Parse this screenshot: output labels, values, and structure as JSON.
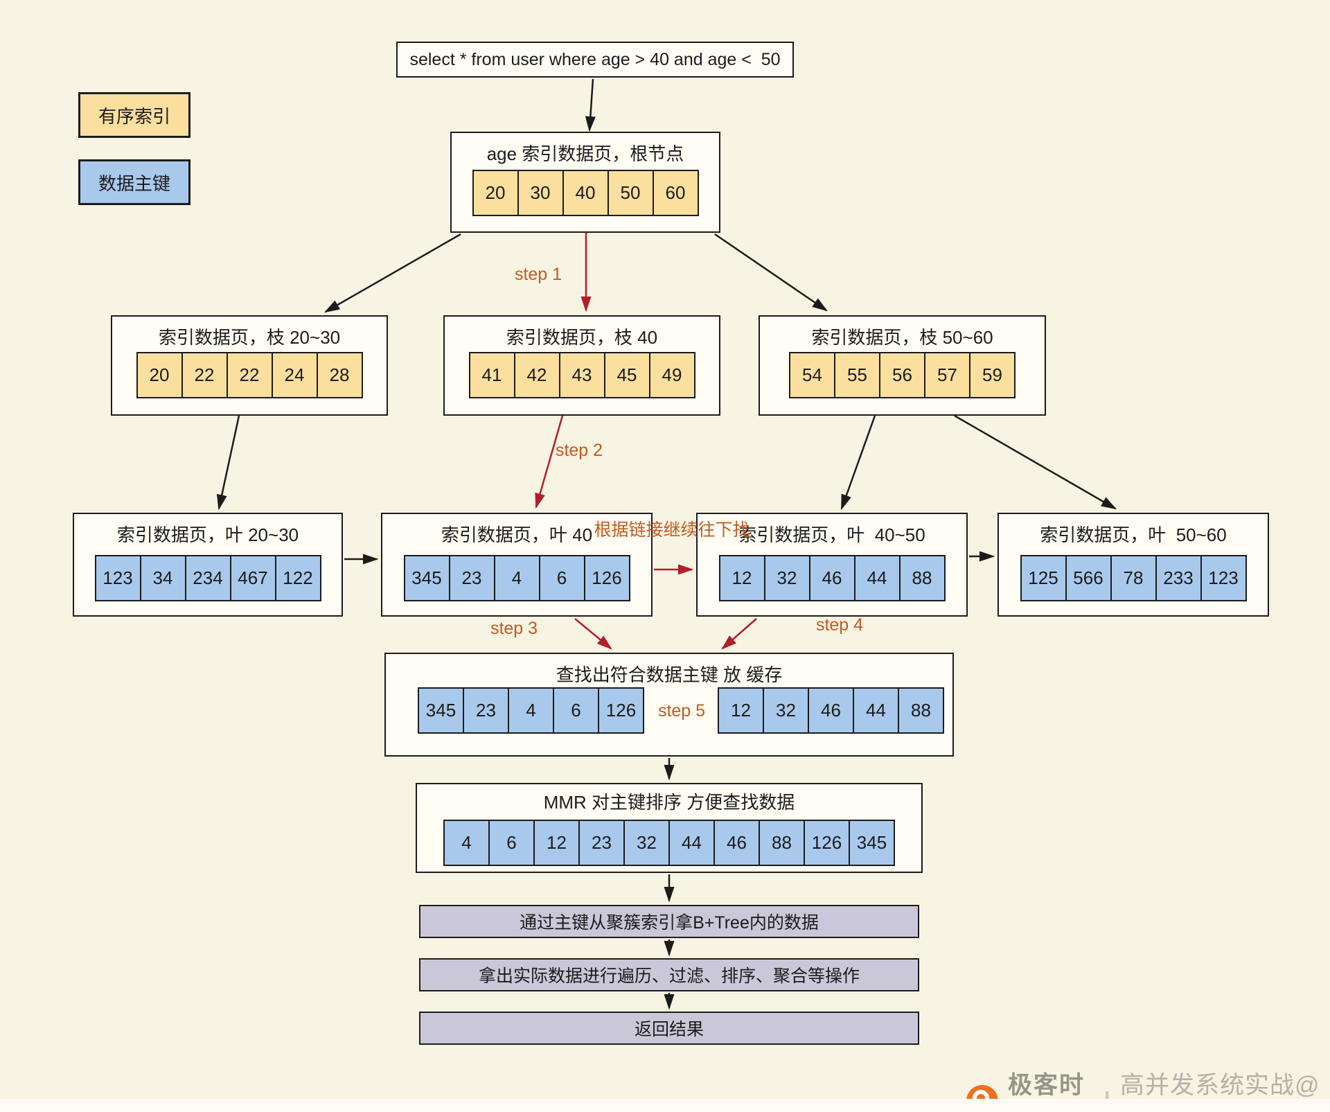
{
  "query_box": {
    "text": "select * from user where age > 40 and age <  50"
  },
  "legend": {
    "sorted_index": "有序索引",
    "data_primary_key": "数据主键"
  },
  "nodes": {
    "root": {
      "title": "age 索引数据页，根节点",
      "cells": [
        "20",
        "30",
        "40",
        "50",
        "60"
      ]
    },
    "branch_20_30": {
      "title": "索引数据页，枝 20~30",
      "cells": [
        "20",
        "22",
        "22",
        "24",
        "28"
      ]
    },
    "branch_40": {
      "title": "索引数据页，枝 40",
      "cells": [
        "41",
        "42",
        "43",
        "45",
        "49"
      ]
    },
    "branch_50_60": {
      "title": "索引数据页，枝 50~60",
      "cells": [
        "54",
        "55",
        "56",
        "57",
        "59"
      ]
    },
    "leaf_20_30": {
      "title": "索引数据页，叶 20~30",
      "cells": [
        "123",
        "34",
        "234",
        "467",
        "122"
      ]
    },
    "leaf_40": {
      "title": "索引数据页，叶 40",
      "cells": [
        "345",
        "23",
        "4",
        "6",
        "126"
      ]
    },
    "leaf_40_50": {
      "title": "索引数据页，叶  40~50",
      "cells": [
        "12",
        "32",
        "46",
        "44",
        "88"
      ]
    },
    "leaf_50_60": {
      "title": "索引数据页，叶  50~60",
      "cells": [
        "125",
        "566",
        "78",
        "233",
        "123"
      ]
    },
    "cache": {
      "title": "查找出符合数据主键 放 缓存",
      "left_cells": [
        "345",
        "23",
        "4",
        "6",
        "126"
      ],
      "right_cells": [
        "12",
        "32",
        "46",
        "44",
        "88"
      ]
    },
    "mmr": {
      "title": "MMR 对主键排序 方便查找数据",
      "cells": [
        "4",
        "6",
        "12",
        "23",
        "32",
        "44",
        "46",
        "88",
        "126",
        "345"
      ]
    }
  },
  "steps": {
    "step1": "step 1",
    "step2": "step 2",
    "step3": "step 3",
    "step4": "step 4",
    "step5": "step 5",
    "follow_link": "根据链接继续往下找"
  },
  "flow": {
    "clustered": "通过主键从聚簇索引拿B+Tree内的数据",
    "process": "拿出实际数据进行遍历、过滤、排序、聚合等操作",
    "result": "返回结果"
  },
  "watermark": {
    "brand": "极客时间",
    "separator": "|",
    "caption": "高并发系统实战@蓝天"
  },
  "colors": {
    "background": "#f8f4e3",
    "index_cell_yellow": "#fbdf9e",
    "primary_key_blue": "#a9c9ec",
    "process_box_purple": "#cac8d8",
    "arrow_red": "#b51d2b",
    "step_label_orange": "#c35a1f",
    "logo_orange": "#f0701f"
  }
}
